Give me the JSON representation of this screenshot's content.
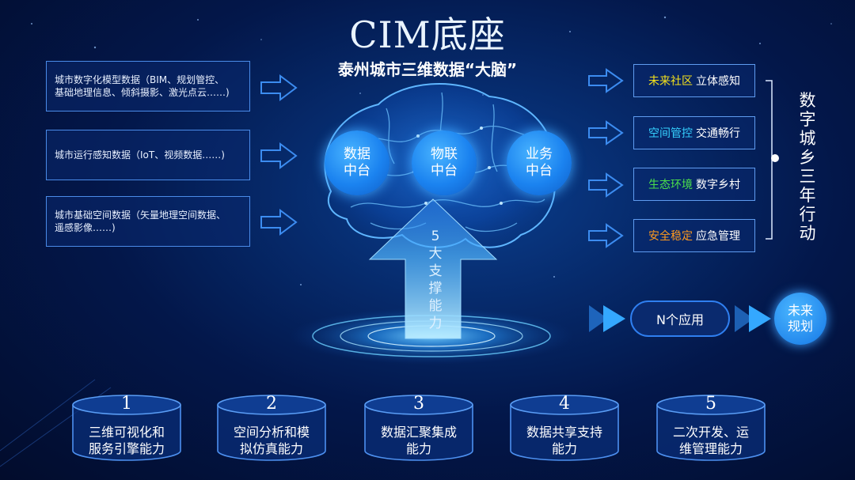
{
  "title": "CIM底座",
  "subtitle": "泰州城市三维数据“大脑”",
  "inputs": [
    {
      "line1": "城市数字化模型数据（BIM、规划管控、",
      "line2": "基础地理信息、倾斜摄影、激光点云……)"
    },
    {
      "line1": "城市运行感知数据（IoT、视频数据……)",
      "line2": ""
    },
    {
      "line1": "城市基础空间数据（矢量地理空间数据、",
      "line2": "遥感影像……)"
    }
  ],
  "hubs": [
    {
      "line1": "数据",
      "line2": "中台"
    },
    {
      "line1": "物联",
      "line2": "中台"
    },
    {
      "line1": "业务",
      "line2": "中台"
    }
  ],
  "support_label": [
    "5",
    "大",
    "支",
    "撑",
    "能",
    "力"
  ],
  "outputs": [
    {
      "highlight": "未来社区",
      "text": "立体感知",
      "color": "#f5e21b"
    },
    {
      "highlight": "空间管控",
      "text": "交通畅行",
      "color": "#35d0ff"
    },
    {
      "highlight": "生态环境",
      "text": "数字乡村",
      "color": "#4be04b"
    },
    {
      "highlight": "安全稳定",
      "text": "应急管理",
      "color": "#ff9a1e"
    }
  ],
  "right_vertical": [
    "数",
    "字",
    "城",
    "乡",
    "三",
    "年",
    "行",
    "动"
  ],
  "n_apps": "N个应用",
  "future": {
    "line1": "未来",
    "line2": "规划"
  },
  "capabilities": [
    {
      "num": "1",
      "line1": "三维可视化和",
      "line2": "服务引擎能力"
    },
    {
      "num": "2",
      "line1": "空间分析和模",
      "line2": "拟仿真能力"
    },
    {
      "num": "3",
      "line1": "数据汇聚集成",
      "line2": "能力"
    },
    {
      "num": "4",
      "line1": "数据共享支持",
      "line2": "能力"
    },
    {
      "num": "5",
      "line1": "二次开发、运",
      "line2": "维管理能力"
    }
  ]
}
